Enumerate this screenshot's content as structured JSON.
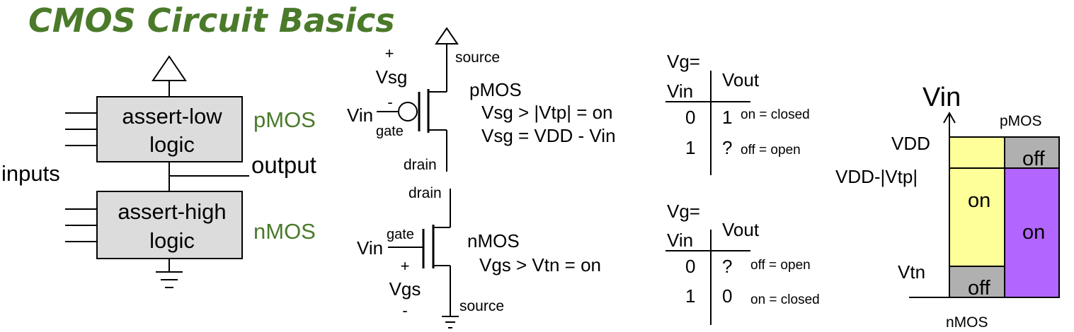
{
  "title": "CMOS Circuit Basics",
  "block": {
    "top_box": [
      "assert-low",
      "logic"
    ],
    "bottom_box": [
      "assert-high",
      "logic"
    ],
    "pmos": "pMOS",
    "nmos": "nMOS",
    "inputs": "inputs",
    "output": "output"
  },
  "pmos_circuit": {
    "plus": "+",
    "vsg": "Vsg",
    "minus": "-",
    "vin": "Vin",
    "gate": "gate",
    "source": "source",
    "drain": "drain",
    "name": "pMOS",
    "rule1": "Vsg > |Vtp| = on",
    "rule2": "Vsg = VDD - Vin"
  },
  "nmos_circuit": {
    "drain": "drain",
    "gate": "gate",
    "vin": "Vin",
    "plus": "+",
    "vgs": "Vgs",
    "minus": "-",
    "source": "source",
    "name": "nMOS",
    "rule1": "Vgs > Vtn = on"
  },
  "pmos_table": {
    "vg": "Vg=",
    "vin_header": "Vin",
    "vout_header": "Vout",
    "rows": [
      {
        "vin": "0",
        "vout": "1",
        "note": "on = closed"
      },
      {
        "vin": "1",
        "vout": "?",
        "note": "off = open"
      }
    ]
  },
  "nmos_table": {
    "vg": "Vg=",
    "vin_header": "Vin",
    "vout_header": "Vout",
    "rows": [
      {
        "vin": "0",
        "vout": "?",
        "note": "off = open"
      },
      {
        "vin": "1",
        "vout": "0",
        "note": "on = closed"
      }
    ]
  },
  "region_chart": {
    "axis_label": "Vin",
    "pmos_label": "pMOS",
    "nmos_label": "nMOS",
    "levels": [
      "VDD",
      "VDD-|Vtp|",
      "Vtn"
    ],
    "nmos_col": [
      {
        "label": "on",
        "color": "#ffff99"
      },
      {
        "label": "off",
        "color": "#b0b0b0"
      }
    ],
    "pmos_col": [
      {
        "label": "off",
        "color": "#b0b0b0"
      },
      {
        "label": "on",
        "color": "#b266ff"
      }
    ]
  }
}
